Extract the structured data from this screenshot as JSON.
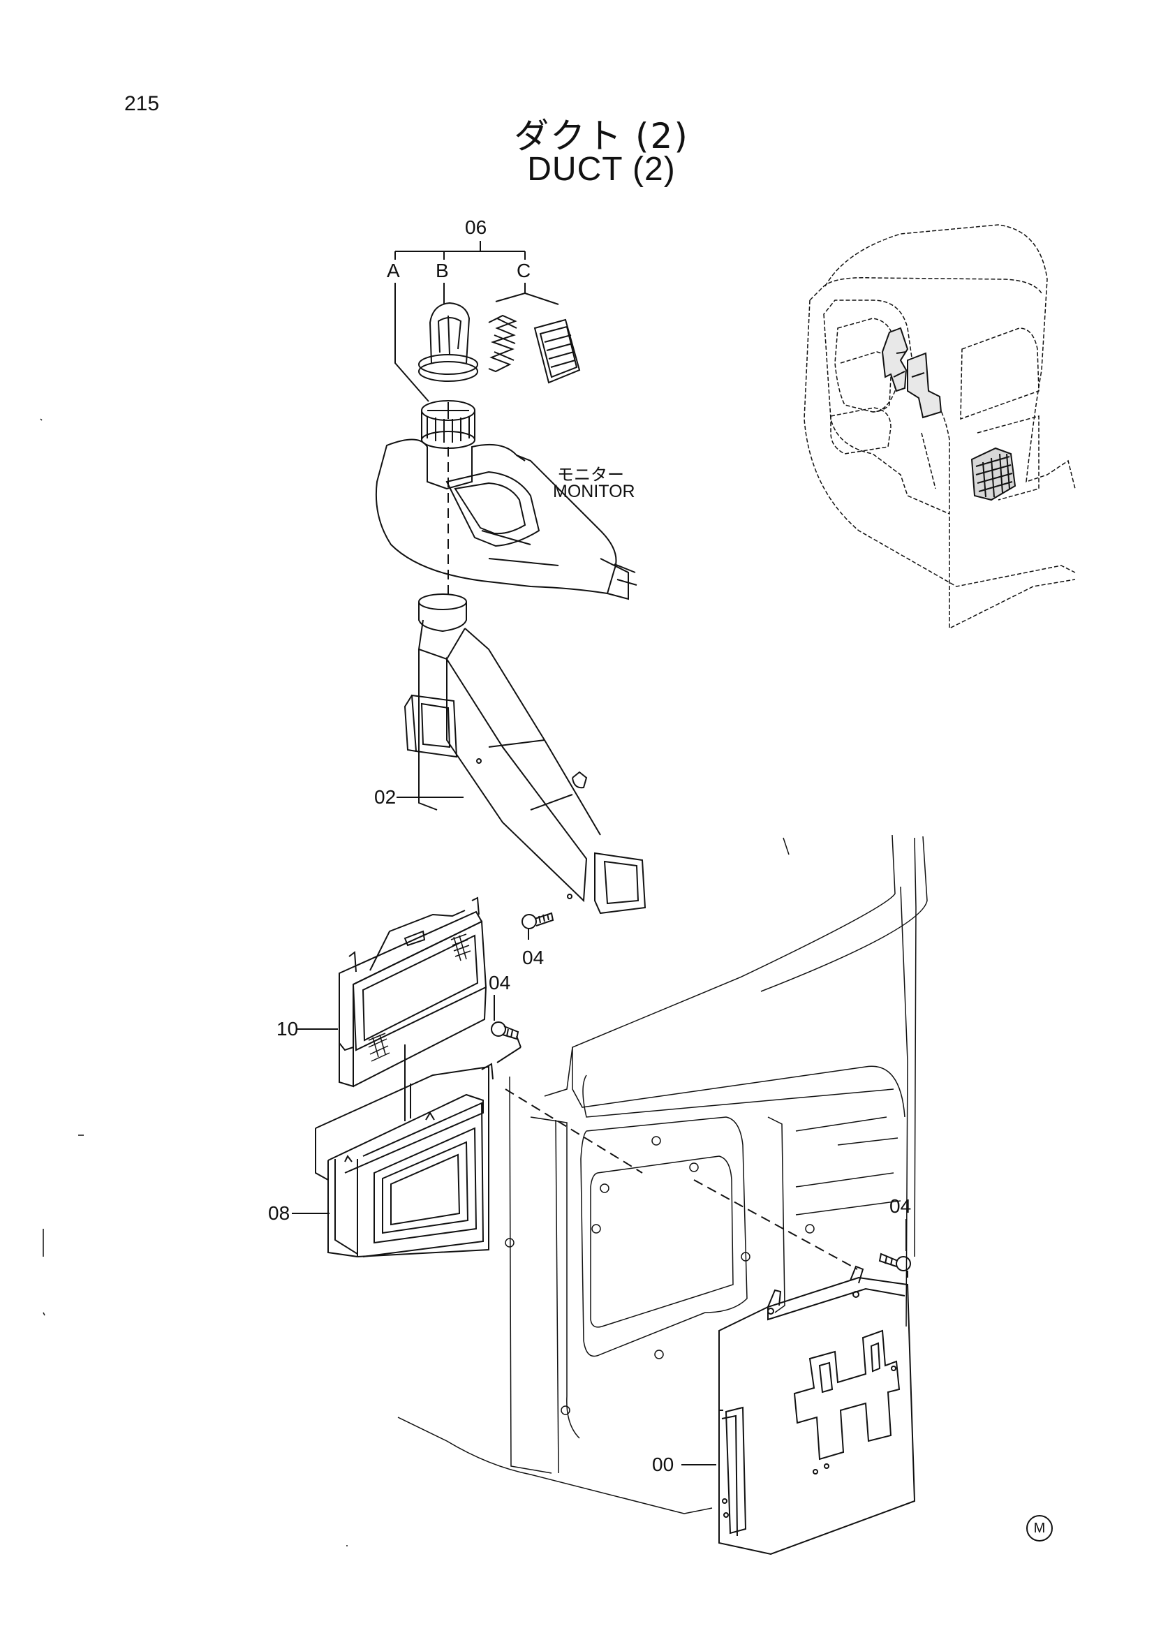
{
  "page": {
    "number": "215",
    "title_jp": "ダクト (2)",
    "title_en": "DUCT (2)"
  },
  "parts": {
    "p06": "06",
    "a": "A",
    "b": "B",
    "c": "C",
    "p02": "02",
    "p04_a": "04",
    "p04_b": "04",
    "p04_c": "04",
    "p10": "10",
    "p08": "08",
    "p00": "00"
  },
  "callouts": {
    "monitor_jp": "モニター",
    "monitor_en": "MONITOR"
  },
  "marks": {
    "m": "M"
  }
}
